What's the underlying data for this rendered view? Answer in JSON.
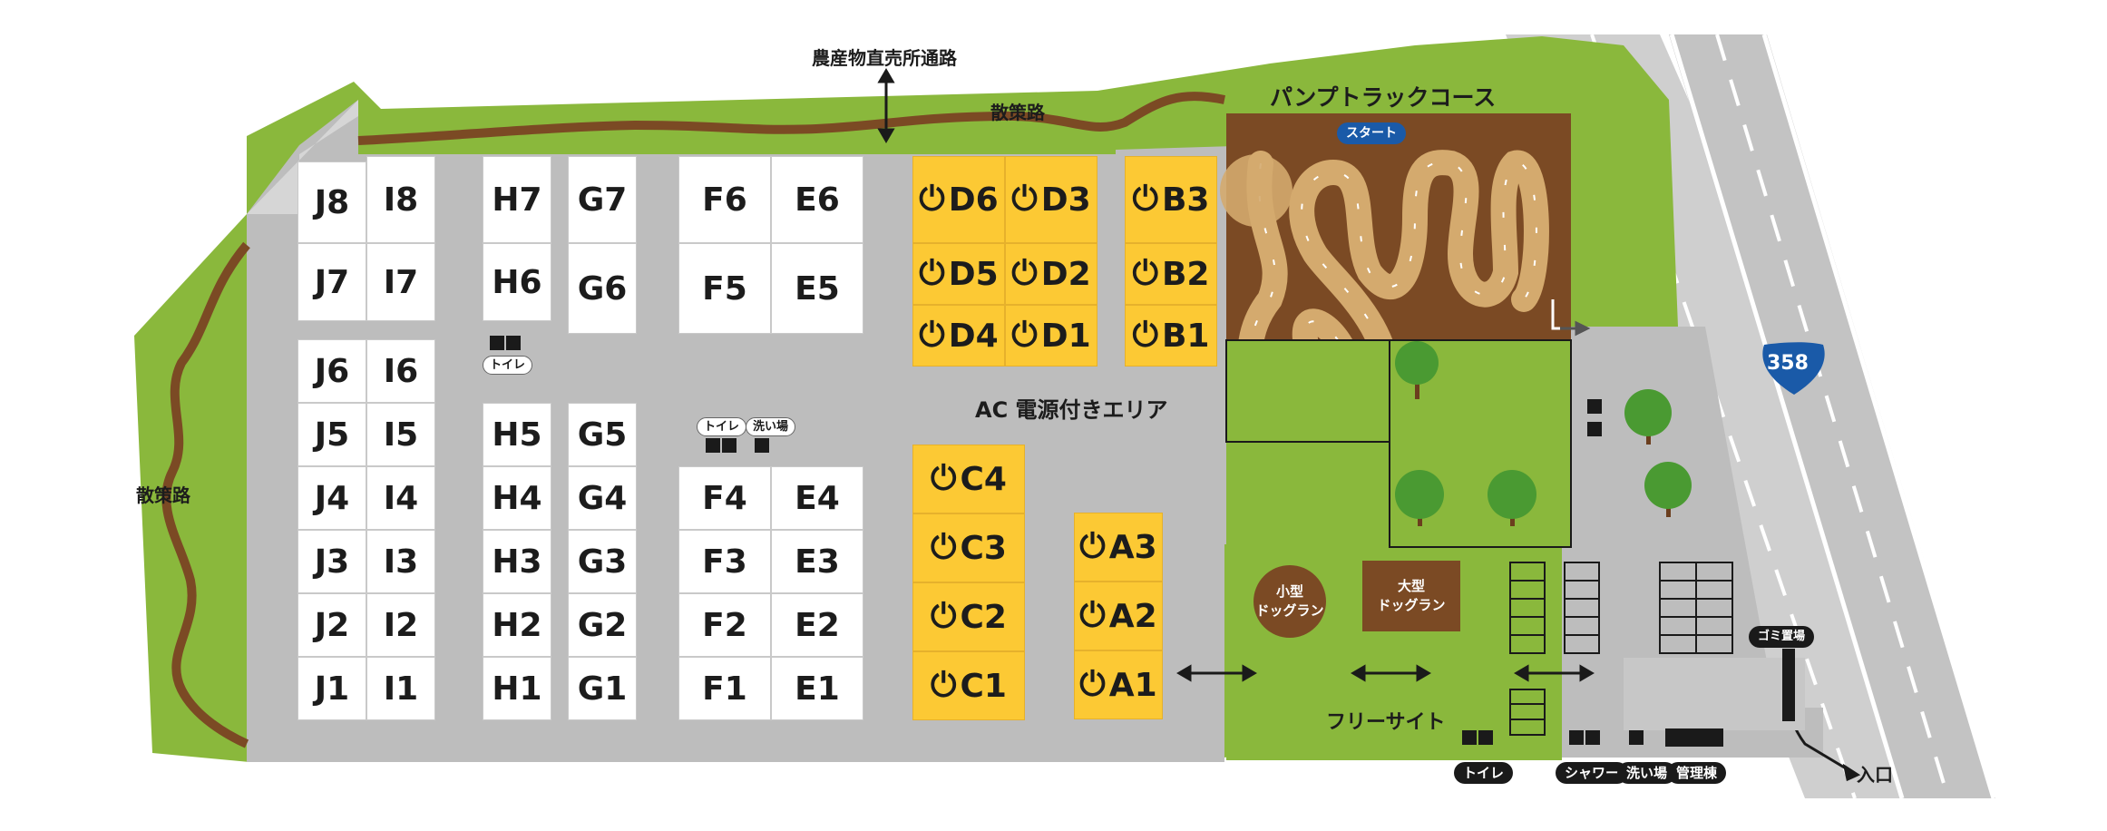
{
  "colors": {
    "grass": "#8ab83c",
    "road": "#bdbdbd",
    "path": "#7b4a24",
    "track": "#7b4a24",
    "track_line": "#d4aa6e",
    "ac_site": "#fcc934",
    "route_sign": "#1a5aa8",
    "tree": "#4a9a32"
  },
  "labels": {
    "farm_path": "農産物直売所通路",
    "walk_top": "散策路",
    "walk_left": "散策路",
    "pump_track": "パンプトラックコース",
    "start": "スタート",
    "ac_area": "AC 電源付きエリア",
    "free_site": "フリーサイト",
    "small_dogrun": "小型\nドッグラン",
    "large_dogrun": "大型\nドッグラン",
    "route_number": "358",
    "entrance": "入口",
    "garbage": "ゴミ置場"
  },
  "facilities": {
    "toilet_h": "トイレ",
    "toilet_f": "トイレ",
    "wash_f": "洗い場",
    "toilet_bottom": "トイレ",
    "shower": "シャワー",
    "wash_bottom": "洗い場",
    "office": "管理棟"
  },
  "sites": {
    "J8": "J8",
    "J7": "J7",
    "J6": "J6",
    "J5": "J5",
    "J4": "J4",
    "J3": "J3",
    "J2": "J2",
    "J1": "J1",
    "I8": "I8",
    "I7": "I7",
    "I6": "I6",
    "I5": "I5",
    "I4": "I4",
    "I3": "I3",
    "I2": "I2",
    "I1": "I1",
    "H7": "H7",
    "H6": "H6",
    "H5": "H5",
    "H4": "H4",
    "H3": "H3",
    "H2": "H2",
    "H1": "H1",
    "G7": "G7",
    "G6": "G6",
    "G5": "G5",
    "G4": "G4",
    "G3": "G3",
    "G2": "G2",
    "G1": "G1",
    "F6": "F6",
    "F5": "F5",
    "F4": "F4",
    "F3": "F3",
    "F2": "F2",
    "F1": "F1",
    "E6": "E6",
    "E5": "E5",
    "E4": "E4",
    "E3": "E3",
    "E2": "E2",
    "E1": "E1",
    "D6": "D6",
    "D5": "D5",
    "D4": "D4",
    "D3": "D3",
    "D2": "D2",
    "D1": "D1",
    "C4": "C4",
    "C3": "C3",
    "C2": "C2",
    "C1": "C1",
    "B3": "B3",
    "B2": "B2",
    "B1": "B1",
    "A3": "A3",
    "A2": "A2",
    "A1": "A1"
  },
  "icons": {
    "power_plug": "plug-icon",
    "tree": "tree-icon",
    "arrow": "double-arrow-icon"
  }
}
